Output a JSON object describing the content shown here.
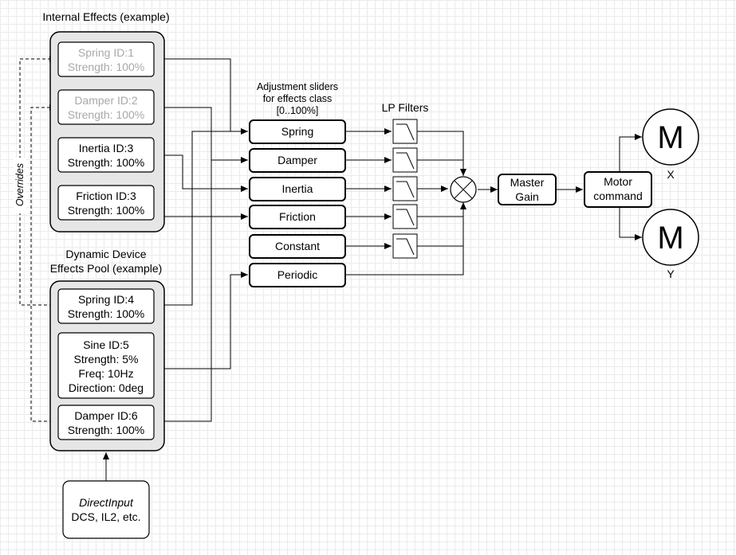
{
  "internal_effects": {
    "title": "Internal Effects (example)",
    "effects": [
      {
        "line1": "Spring ID:1",
        "line2": "Strength: 100%"
      },
      {
        "line1": "Damper ID:2",
        "line2": "Strength: 100%"
      },
      {
        "line1": "Inertia ID:3",
        "line2": "Strength: 100%"
      },
      {
        "line1": "Friction ID:3",
        "line2": "Strength: 100%"
      }
    ]
  },
  "dynamic_pool": {
    "title_line1": "Dynamic Device",
    "title_line2": "Effects Pool (example)",
    "spring": {
      "line1": "Spring ID:4",
      "line2": "Strength: 100%"
    },
    "sine": {
      "line1": "Sine ID:5",
      "line2": "Strength: 5%",
      "line3": "Freq: 10Hz",
      "line4": "Direction: 0deg"
    },
    "damper": {
      "line1": "Damper ID:6",
      "line2": "Strength: 100%"
    }
  },
  "overrides_label": "Overrides",
  "sliders": {
    "caption_line1": "Adjustment sliders",
    "caption_line2": "for effects class",
    "caption_line3": "[0..100%]",
    "items": [
      "Spring",
      "Damper",
      "Inertia",
      "Friction",
      "Constant",
      "Periodic"
    ]
  },
  "lp_filters_label": "LP Filters",
  "master_gain": {
    "line1": "Master",
    "line2": "Gain"
  },
  "motor_command": {
    "line1": "Motor",
    "line2": "command"
  },
  "motors": [
    {
      "symbol": "M",
      "axis": "X"
    },
    {
      "symbol": "M",
      "axis": "Y"
    }
  ],
  "direct_input": {
    "line1": "DirectInput",
    "line2": "DCS, IL2, etc."
  }
}
